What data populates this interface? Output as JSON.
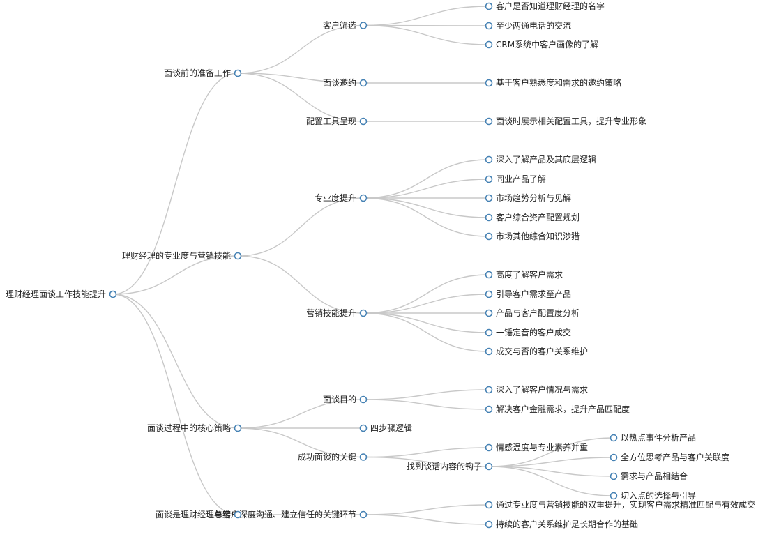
{
  "tree": {
    "label": "理财经理面谈工作技能提升",
    "children": [
      {
        "label": "面谈前的准备工作",
        "children": [
          {
            "label": "客户筛选",
            "children": [
              {
                "label": "客户是否知道理财经理的名字"
              },
              {
                "label": "至少两通电话的交流"
              },
              {
                "label": "CRM系统中客户画像的了解"
              }
            ]
          },
          {
            "label": "面谈邀约",
            "children": [
              {
                "label": "基于客户熟悉度和需求的邀约策略"
              }
            ]
          },
          {
            "label": "配置工具呈现",
            "children": [
              {
                "label": "面谈时展示相关配置工具，提升专业形象"
              }
            ]
          }
        ]
      },
      {
        "label": "理财经理的专业度与营销技能",
        "children": [
          {
            "label": "专业度提升",
            "children": [
              {
                "label": "深入了解产品及其底层逻辑"
              },
              {
                "label": "同业产品了解"
              },
              {
                "label": "市场趋势分析与见解"
              },
              {
                "label": "客户综合资产配置规划"
              },
              {
                "label": "市场其他综合知识涉猎"
              }
            ]
          },
          {
            "label": "营销技能提升",
            "children": [
              {
                "label": "高度了解客户需求"
              },
              {
                "label": "引导客户需求至产品"
              },
              {
                "label": "产品与客户配置度分析"
              },
              {
                "label": "一锤定音的客户成交"
              },
              {
                "label": "成交与否的客户关系维护"
              }
            ]
          }
        ]
      },
      {
        "label": "面谈过程中的核心策略",
        "children": [
          {
            "label": "面谈目的",
            "children": [
              {
                "label": "深入了解客户情况与需求"
              },
              {
                "label": "解决客户金融需求，提升产品匹配度"
              }
            ]
          },
          {
            "label": "四步骤逻辑",
            "labelSide": "right"
          },
          {
            "label": "成功面谈的关键",
            "children": [
              {
                "label": "情感温度与专业素养并重"
              },
              {
                "label": "找到谈话内容的钩子",
                "children": [
                  {
                    "label": "以热点事件分析产品"
                  },
                  {
                    "label": "全方位思考产品与客户关联度"
                  },
                  {
                    "label": "需求与产品相结合"
                  },
                  {
                    "label": "切入点的选择与引导"
                  }
                ]
              }
            ]
          }
        ]
      },
      {
        "label": "总结",
        "children": [
          {
            "label": "面谈是理财经理与客户深度沟通、建立信任的关键环节",
            "children": [
              {
                "label": "通过专业度与营销技能的双重提升，实现客户需求精准匹配与有效成交"
              },
              {
                "label": "持续的客户关系维护是长期合作的基础"
              }
            ]
          }
        ]
      }
    ]
  }
}
